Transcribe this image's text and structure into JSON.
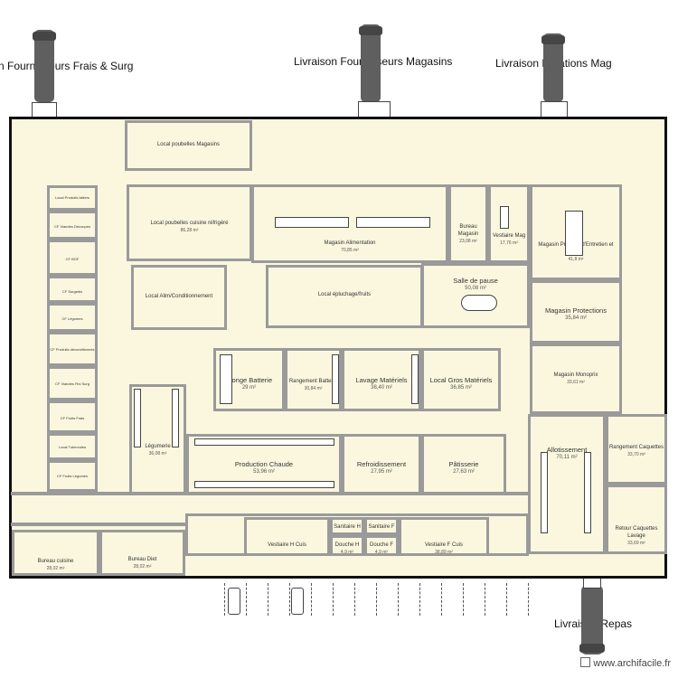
{
  "external_labels": {
    "frais": "n Fournisseurs Frais & Surg",
    "magasins": "Livraison Fournisseurs Magasins",
    "dotations": "Livraison Dotations Mag",
    "repas": "Livraison Repas"
  },
  "watermark": "www.archifacile.fr",
  "rooms": [
    {
      "id": "local-poubelle",
      "label": "Local poubelles Magasins",
      "area": ""
    },
    {
      "id": "local-poubelles-cuisine",
      "label": "Local poubelles cuisine réfrigéré",
      "area": "86,28 m²"
    },
    {
      "id": "magasin-alimentation",
      "label": "Magasin Alimentation",
      "area": "70,85 m²"
    },
    {
      "id": "bureau-magasin",
      "label": "Bureau Magasin",
      "area": "23,08 m²"
    },
    {
      "id": "vestiaire-mag",
      "label": "Vestiaire Mag",
      "area": "17,76 m²"
    },
    {
      "id": "magasin-produits",
      "label": "Magasin Produits d'Entretien et Sulter",
      "area": "41,8 m²"
    },
    {
      "id": "local-alimentaire",
      "label": "Local Alim/Conditionnement",
      "area": ""
    },
    {
      "id": "local-epluchage",
      "label": "Local épluchage/fruits",
      "area": ""
    },
    {
      "id": "salle-pause",
      "label": "Salle de pause",
      "area": "50,08 m²"
    },
    {
      "id": "magasin-protections",
      "label": "Magasin Protections",
      "area": "35,84 m²"
    },
    {
      "id": "plonge-batterie",
      "label": "Plonge Batterie",
      "area": "29 m²"
    },
    {
      "id": "rangement-batterie",
      "label": "Rangement Batterie",
      "area": "30,84 m²"
    },
    {
      "id": "lavage-materiels",
      "label": "Lavage Matériels",
      "area": "38,40 m²"
    },
    {
      "id": "local-gros-materiels",
      "label": "Local Gros Matériels",
      "area": "36,85 m²"
    },
    {
      "id": "magasin-monoprix",
      "label": "Magasin Monoprix",
      "area": "33,61 m²"
    },
    {
      "id": "legumerie",
      "label": "Légumerie",
      "area": "36,08 m²"
    },
    {
      "id": "production-chaude",
      "label": "Production Chaude",
      "area": "53,96 m²"
    },
    {
      "id": "refroidissement",
      "label": "Refroidissement",
      "area": "27,95 m²"
    },
    {
      "id": "patisserie",
      "label": "Pâtisserie",
      "area": "27,63 m²"
    },
    {
      "id": "allotissement",
      "label": "Allotissement",
      "area": "70,11 m²"
    },
    {
      "id": "rangement-caquettes",
      "label": "Rangement Caquettes",
      "area": "33,70 m²"
    },
    {
      "id": "retour-caquettes",
      "label": "Retour Caquettes Lavage",
      "area": "33,69 m²"
    },
    {
      "id": "bureau-cuisine",
      "label": "Bureau cuisine",
      "area": "28,02 m²"
    },
    {
      "id": "bureau-diet",
      "label": "Bureau Diet",
      "area": "28,02 m²"
    },
    {
      "id": "sanitaire-1",
      "label": "Sanitaire H",
      "area": ""
    },
    {
      "id": "sanitaire-2",
      "label": "Sanitaire F",
      "area": ""
    },
    {
      "id": "douche-1",
      "label": "Douche H",
      "area": "4,9 m²"
    },
    {
      "id": "douche-2",
      "label": "Douche F",
      "area": "4,9 m²"
    },
    {
      "id": "vestiaire-cuisine-h",
      "label": "Vestiaire H Cuis",
      "area": ""
    },
    {
      "id": "vestiaire-cuisine-f",
      "label": "Vestiaire F Cuis",
      "area": "38,89 m²"
    },
    {
      "id": "cf-produits-laitiers",
      "label": "Local Produits laitiers",
      "area": ""
    },
    {
      "id": "cf-viandes",
      "label": "CF Viandes Découpes",
      "area": ""
    },
    {
      "id": "cf-bof",
      "label": "CF BOF",
      "area": ""
    },
    {
      "id": "cf-surgeles",
      "label": "CF Surgelés",
      "area": ""
    },
    {
      "id": "cf-legumes",
      "label": "CF Légumes",
      "area": ""
    },
    {
      "id": "cf-produits-deconditionnes",
      "label": "CF Produits déconditionnés",
      "area": ""
    },
    {
      "id": "cf-viandes-2",
      "label": "CF Viandes Fini Surg",
      "area": ""
    },
    {
      "id": "cf-fruits",
      "label": "CF Fruits Frais",
      "area": ""
    },
    {
      "id": "local-tuberculas",
      "label": "Local Tubercules",
      "area": ""
    },
    {
      "id": "cf-fruits-legumes",
      "label": "CF Fruits Légumes",
      "area": ""
    }
  ]
}
